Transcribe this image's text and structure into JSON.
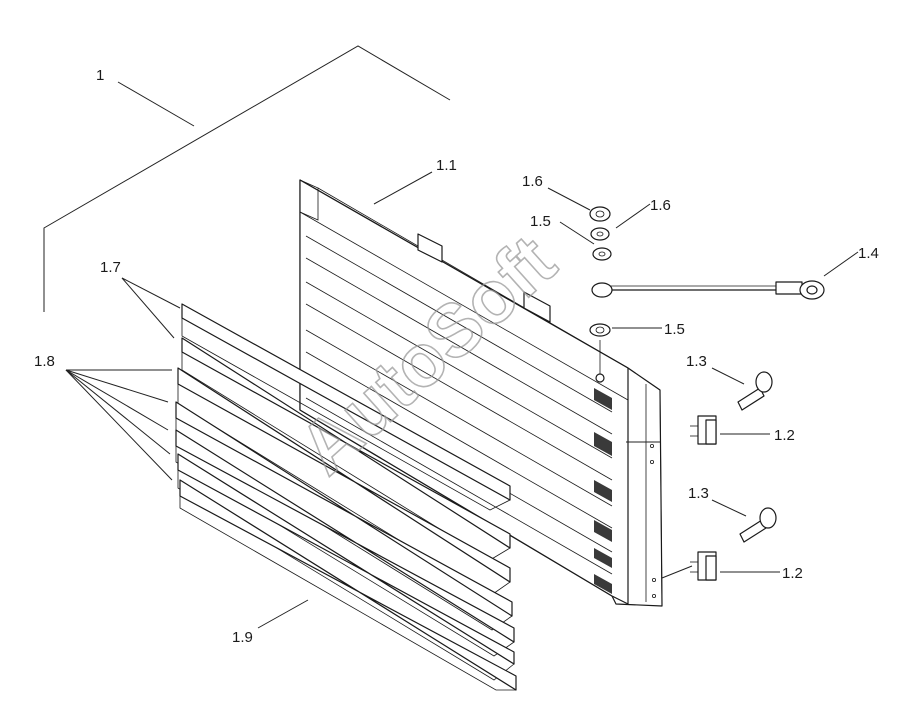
{
  "labels": {
    "l1": "1",
    "l1_1": "1.1",
    "l1_2a": "1.2",
    "l1_2b": "1.2",
    "l1_3a": "1.3",
    "l1_3b": "1.3",
    "l1_4": "1.4",
    "l1_5a": "1.5",
    "l1_5b": "1.5",
    "l1_6a": "1.6",
    "l1_6b": "1.6",
    "l1_7": "1.7",
    "l1_8": "1.8",
    "l1_9": "1.9"
  },
  "watermark": "AutoSoft"
}
